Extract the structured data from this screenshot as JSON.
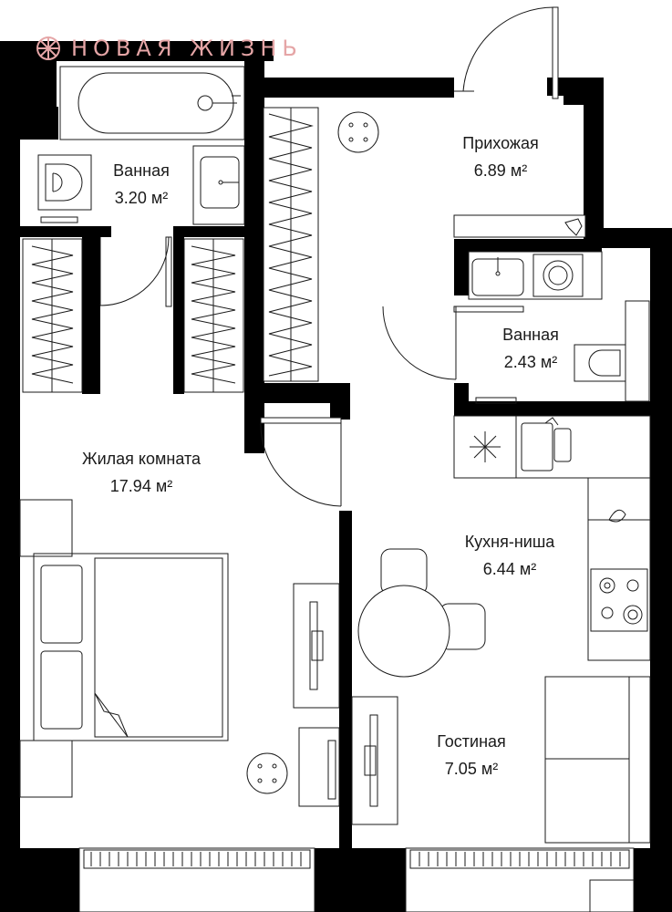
{
  "brand": {
    "name": "НОВАЯ ЖИЗНЬ",
    "logo": "starburst-logo",
    "color": "#e5a5a6"
  },
  "rooms": [
    {
      "id": "bath1",
      "name": "Ванная",
      "area": "3.20 м²"
    },
    {
      "id": "hall",
      "name": "Прихожая",
      "area": "6.89 м²"
    },
    {
      "id": "bath2",
      "name": "Ванная",
      "area": "2.43 м²"
    },
    {
      "id": "living",
      "name": "Жилая комната",
      "area": "17.94 м²"
    },
    {
      "id": "kitchen",
      "name": "Кухня-ниша",
      "area": "6.44 м²"
    },
    {
      "id": "lounge",
      "name": "Гостиная",
      "area": "7.05 м²"
    }
  ],
  "colors": {
    "wall": "#000000",
    "line": "#1a1a1a",
    "background": "#ffffff"
  }
}
